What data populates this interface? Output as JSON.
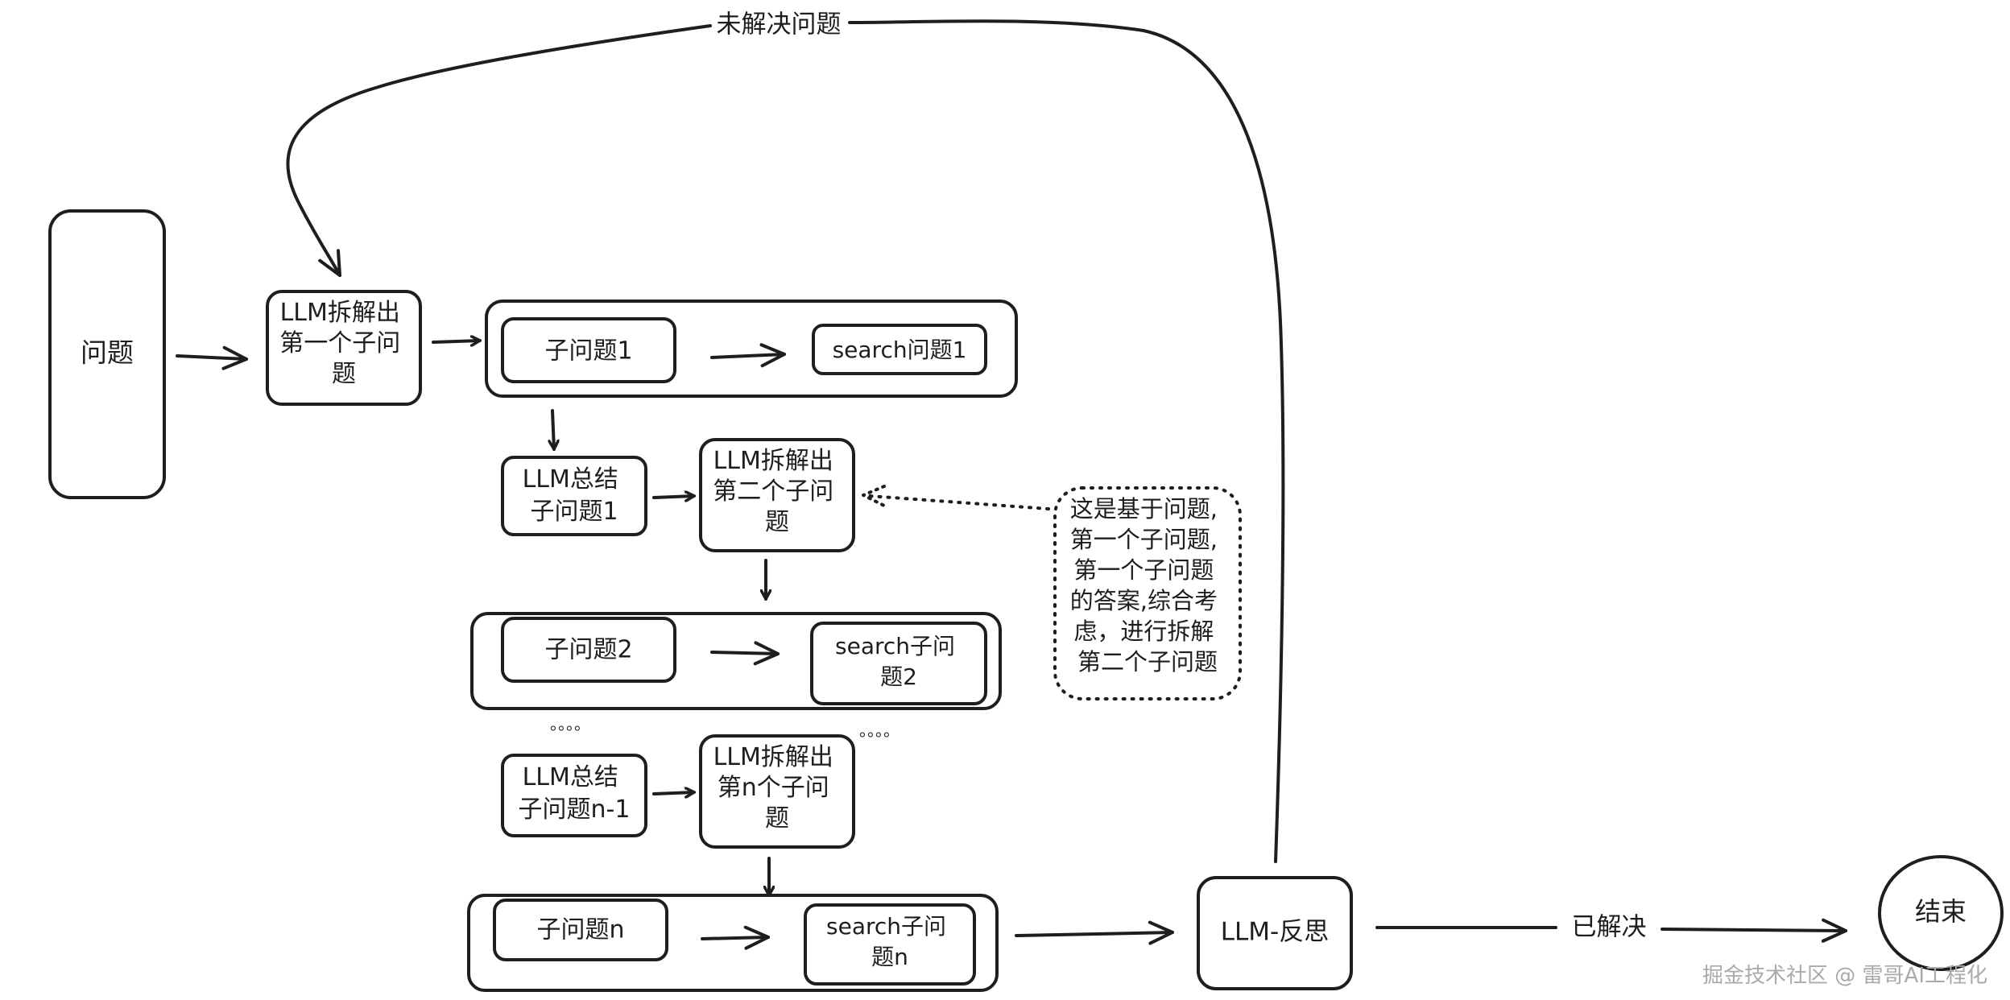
{
  "nodes": {
    "question": "问题",
    "llm_split_1": [
      "LLM拆解出",
      "第一个子问",
      "题"
    ],
    "sub_q1": "子问题1",
    "search_q1": "search问题1",
    "llm_sum_1": [
      "LLM总结",
      "子问题1"
    ],
    "llm_split_2": [
      "LLM拆解出",
      "第二个子问",
      "题"
    ],
    "note": [
      "这是基于问题,",
      "第一个子问题,",
      "第一个子问题",
      "的答案,综合考",
      "虑，进行拆解",
      "第二个子问题"
    ],
    "sub_q2": "子问题2",
    "search_q2": [
      "search子问",
      "题2"
    ],
    "ellipsis_left": "。。。。",
    "ellipsis_right": "。。。。",
    "llm_sum_n": [
      "LLM总结",
      "子问题n-1"
    ],
    "llm_split_n": [
      "LLM拆解出",
      "第n个子问",
      "题"
    ],
    "sub_qn": "子问题n",
    "search_qn": [
      "search子问",
      "题n"
    ],
    "llm_reflect": "LLM-反思",
    "end": "结束"
  },
  "edge_labels": {
    "unsolved": "未解决问题",
    "solved": "已解决"
  },
  "watermark": "掘金技术社区 @ 雷哥AI工程化"
}
